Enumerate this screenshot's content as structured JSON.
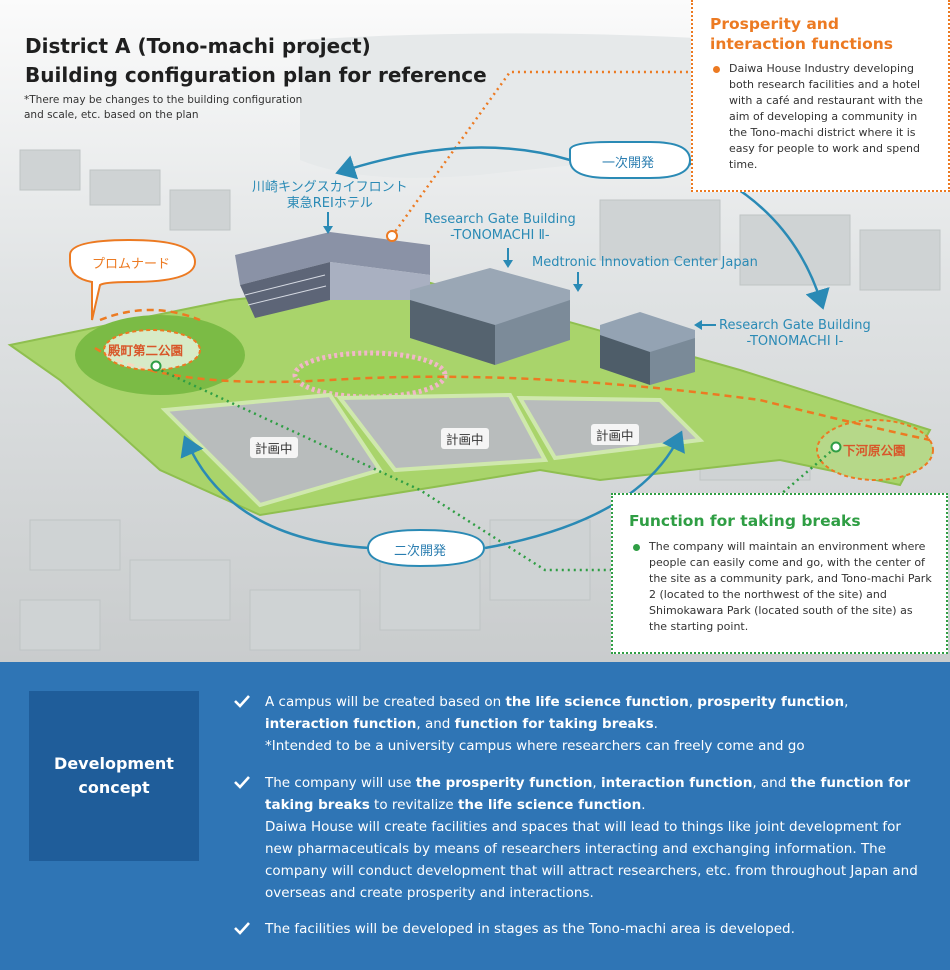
{
  "header": {
    "title_line1": "District A (Tono-machi project)",
    "title_line2": "Building configuration plan for reference",
    "note": "*There may be changes to the building configuration and scale, etc. based on the plan"
  },
  "map_labels": {
    "hotel_line1": "川崎キングスカイフロント",
    "hotel_line2": "東急REIホテル",
    "rgb2_line1": "Research Gate Building",
    "rgb2_line2": "-TONOMACHI Ⅱ-",
    "medtronic": "Medtronic Innovation Center Japan",
    "rgb1_line1": "Research Gate Building",
    "rgb1_line2": "-TONOMACHI Ⅰ-",
    "first_dev": "一次開発",
    "second_dev": "二次開発",
    "promenade": "プロムナード",
    "park2": "殿町第二公園",
    "shimokawara": "下河原公園",
    "planned": [
      "計画中",
      "計画中",
      "計画中"
    ]
  },
  "prosperity_box": {
    "title": "Prosperity and interaction functions",
    "body": "Daiwa House Industry developing both research facilities and a hotel with a café and restaurant with the aim of developing a community in the Tono-machi district where it is easy for people to work and spend time."
  },
  "breaks_box": {
    "title": "Function for taking breaks",
    "body": "The company will maintain an environment where people can easily come and go, with the center of the site as a community park, and Tono-machi Park 2 (located to the northwest of the site) and Shimokawara Park (located south of the site) as the starting point."
  },
  "concept": {
    "label_line1": "Development",
    "label_line2": "concept",
    "item1": {
      "t1": "A campus will be created based on ",
      "b1": "the life science function",
      "t2": ", ",
      "b2": "prosperity function",
      "t3": ", ",
      "b3": "interaction function",
      "t4": ", and ",
      "b4": "function for taking breaks",
      "t5": ".",
      "note": "*Intended to be a university campus where researchers can freely come and go"
    },
    "item2": {
      "t1": "The company will use ",
      "b1": "the prosperity function",
      "t2": ", ",
      "b2": "interaction function",
      "t3": ", and ",
      "b3": "the function for taking breaks",
      "t4": " to revitalize ",
      "b4": "the life science function",
      "t5": ".",
      "body": "Daiwa House will create facilities and spaces that will lead to things like joint development for new pharmaceuticals by means of researchers interacting and exchanging information. The company will conduct development that will attract researchers, etc. from throughout Japan and overseas and create prosperity and interactions."
    },
    "item3": "The facilities will be developed in stages as the Tono-machi area is developed."
  },
  "colors": {
    "accent_blue": "#2f75b5",
    "dark_blue": "#1f5d9a",
    "orange": "#ec7a22",
    "green": "#2f9e44",
    "label_blue": "#2a8ab5"
  }
}
